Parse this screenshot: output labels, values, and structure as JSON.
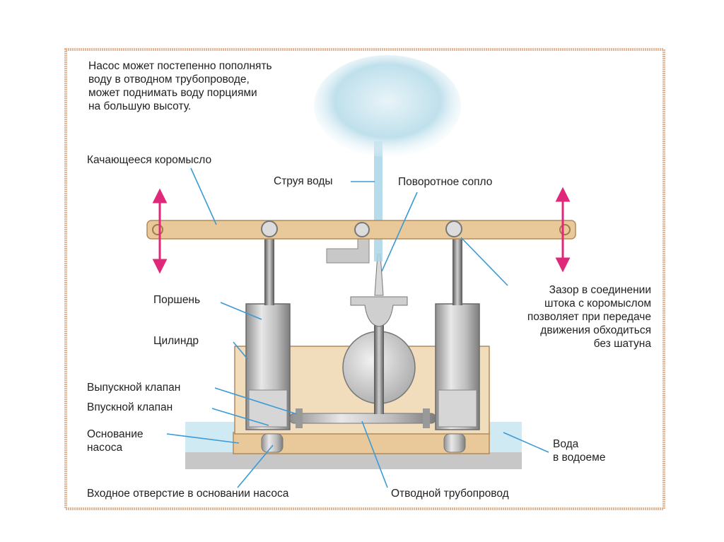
{
  "intro_note": "Насос может постепенно пополнять\nводу в отводном трубопроводе,\nможет поднимать воду порциями\nна большую высоту.",
  "labels": {
    "rocker": "Качающееся коромысло",
    "jet": "Струя воды",
    "nozzle": "Поворотное сопло",
    "gap": "Зазор в соединении\nштока с коромыслом\nпозволяет при передаче\nдвижения обходиться\nбез шатуна",
    "piston": "Поршень",
    "cylinder": "Цилиндр",
    "outlet_valve": "Выпускной клапан",
    "inlet_valve": "Впускной клапан",
    "base": "Основание\nнасоса",
    "water": "Вода\nв водоеме",
    "inlet_hole": "Входное отверстие в основании насоса",
    "discharge_pipe": "Отводной трубопровод"
  },
  "colors": {
    "frame_border": "#e2b79a",
    "wood": "#e9c99a",
    "wood_edge": "#b48a5a",
    "water": "#cfeaf3",
    "steel": "#b9b9b9",
    "leader": "#3a9ad6",
    "arrow": "#e0287a",
    "jet": "#a9d6e8"
  }
}
